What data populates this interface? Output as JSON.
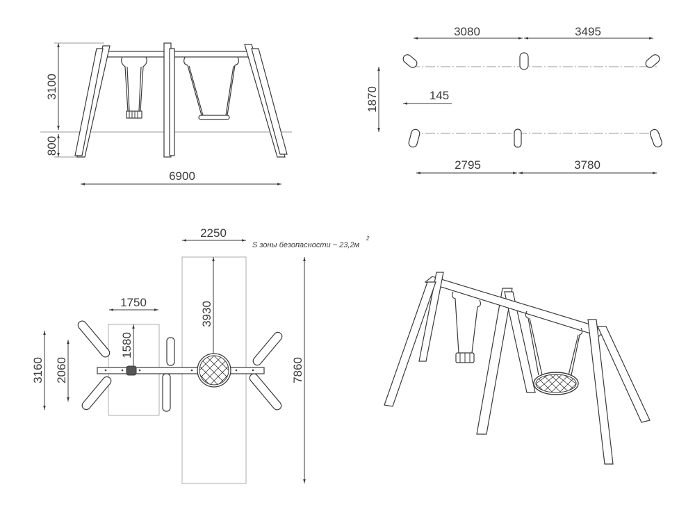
{
  "front_view": {
    "height_label": "3100",
    "ground_label": "800",
    "width_label": "6900"
  },
  "plan_posts": {
    "top_left": "3080",
    "top_right": "3495",
    "depth": "1870",
    "offset": "145",
    "bottom_left": "2795",
    "bottom_right": "3780"
  },
  "top_view": {
    "zone_width": "2250",
    "safety_zone_note": "S зоны безопасности ~ 23,2м",
    "safety_zone_sup": "2",
    "zone_length": "3930",
    "seat_zone_width": "1750",
    "seat_zone_length": "1580",
    "frame_depth": "3160",
    "post_spread": "2060",
    "total_length": "7860"
  }
}
